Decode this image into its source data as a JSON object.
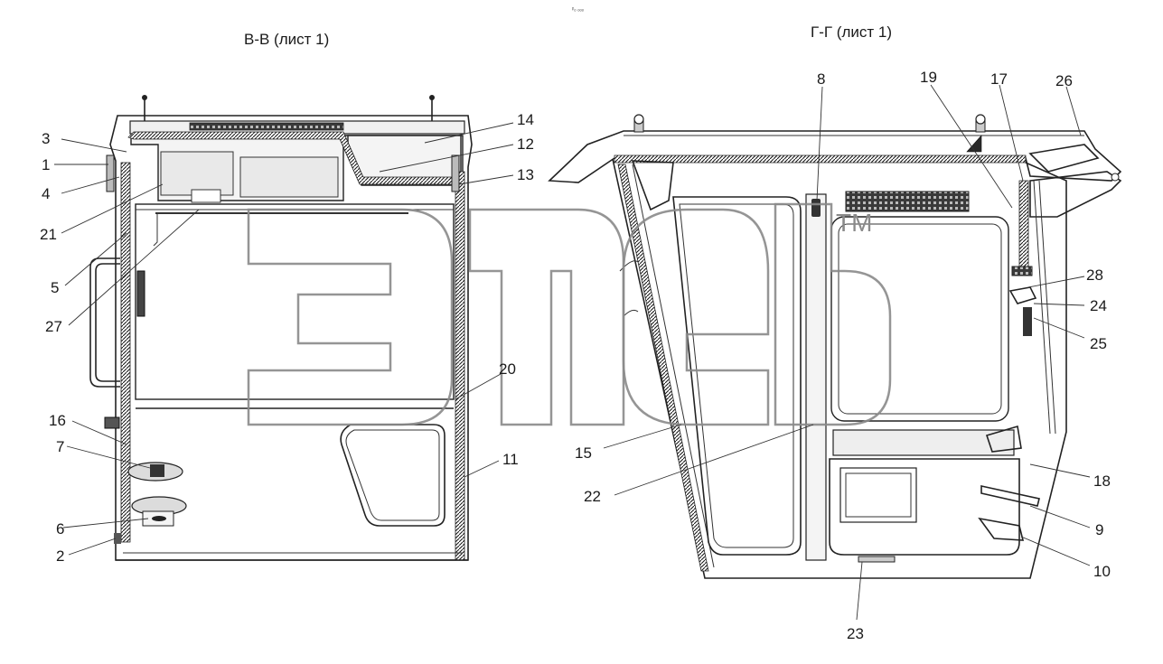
{
  "header": {
    "tiny_mark": "ᵖₒ ₒₒₒ"
  },
  "views": {
    "left": {
      "title": "В-В (лист 1)"
    },
    "right": {
      "title": "Г-Г (лист 1)"
    }
  },
  "watermark": {
    "trademark": "TM"
  },
  "callouts_left": {
    "c1": "1",
    "c2": "2",
    "c3": "3",
    "c4": "4",
    "c5": "5",
    "c6": "6",
    "c7": "7",
    "c11": "11",
    "c12": "12",
    "c13": "13",
    "c14": "14",
    "c16": "16",
    "c20": "20",
    "c21": "21",
    "c27": "27"
  },
  "callouts_right": {
    "c8": "8",
    "c9": "9",
    "c10": "10",
    "c15": "15",
    "c17": "17",
    "c18": "18",
    "c19": "19",
    "c22": "22",
    "c23": "23",
    "c24": "24",
    "c25": "25",
    "c26": "26",
    "c28": "28"
  }
}
